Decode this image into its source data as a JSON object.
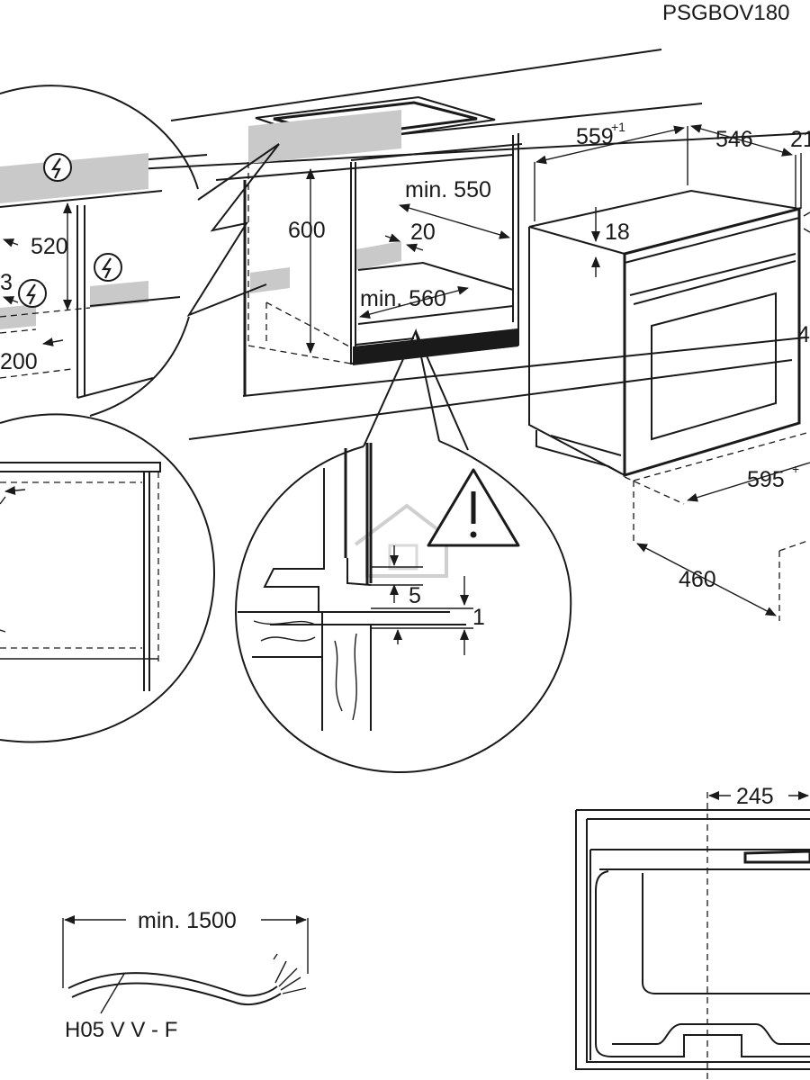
{
  "model_code": "PSGBOV180",
  "cabinet": {
    "height": "600",
    "depth_min": "min. 550",
    "width_min": "min. 560",
    "gap": "20"
  },
  "oven": {
    "width": "559",
    "width_tol": "+1",
    "depth": "546",
    "side": "21",
    "top": "18",
    "front_width": "595",
    "front_width_tol": "+",
    "bottom_depth": "460",
    "edge_digit": "4"
  },
  "left_detail": {
    "height": "520",
    "digit": "3",
    "offset": "200"
  },
  "warning_detail": {
    "gap_a": "5",
    "gap_b": "1"
  },
  "cable": {
    "length": "min. 1500",
    "type": "H05 V V - F"
  },
  "back_view": {
    "offset": "245"
  },
  "icons": [
    "power-socket-icon",
    "warning-triangle-icon"
  ]
}
